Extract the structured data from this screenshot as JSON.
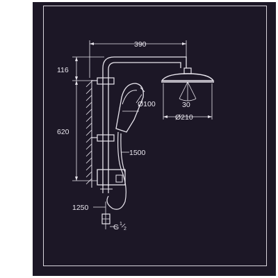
{
  "diagram": {
    "dimensions": {
      "arm_length": "390",
      "top_offset": "116",
      "bar_height": "620",
      "hand_shower_diameter": "Ø100",
      "tilt_angle": "30",
      "head_diameter": "Ø210",
      "hose_length": "1500",
      "outlet_height": "1250",
      "thread_size": "G",
      "thread_fraction_num": "1",
      "thread_fraction_den": "2"
    }
  },
  "colors": {
    "background": "#1c1726",
    "line": "#e9e6ee"
  }
}
